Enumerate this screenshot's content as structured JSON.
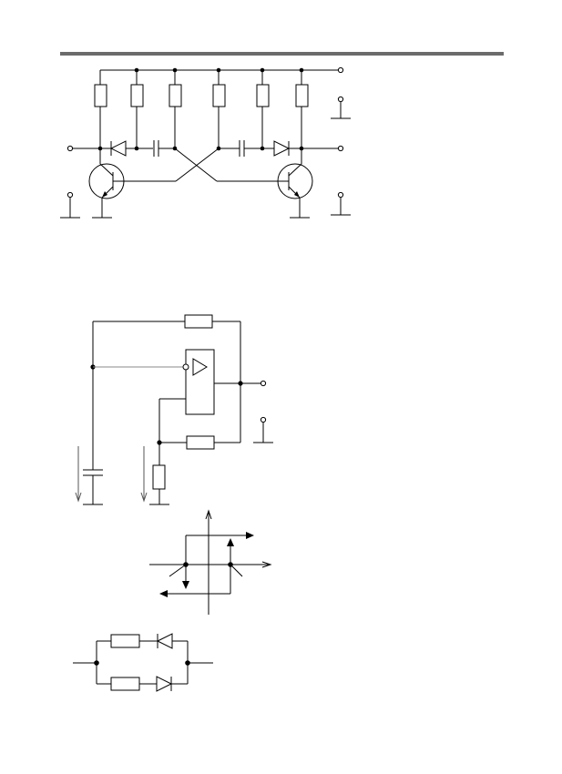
{
  "page": {
    "header_rule_color": "#6b6b6b",
    "line_color": "#000000",
    "background": "#ffffff"
  },
  "figures": [
    {
      "id": "astable-multivibrator",
      "description_shown": false
    },
    {
      "id": "opamp-schmitt-relaxation-oscillator",
      "description_shown": false
    },
    {
      "id": "hysteresis-characteristic",
      "description_shown": false
    },
    {
      "id": "resistor-diode-antiparallel-network",
      "description_shown": false
    }
  ]
}
